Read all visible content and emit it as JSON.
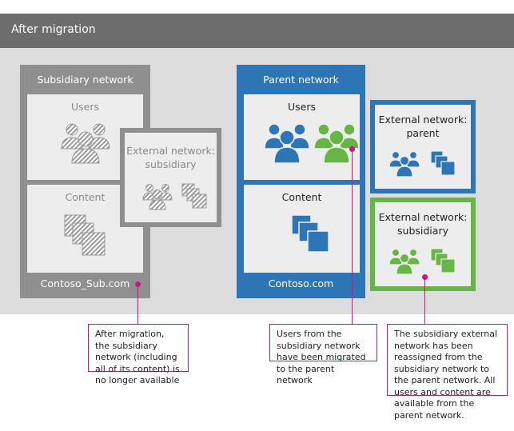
{
  "header": {
    "title": "After migration"
  },
  "subsidiary_network": {
    "title": "Subsidiary network",
    "users_label": "Users",
    "content_label": "Content",
    "domain": "Contoso_Sub.com"
  },
  "subsidiary_external_network": {
    "title": "External network: subsidiary"
  },
  "parent_network": {
    "title": "Parent network",
    "users_label": "Users",
    "content_label": "Content",
    "domain": "Contoso.com"
  },
  "parent_external_network": {
    "title": "External network: parent"
  },
  "reassigned_external_network": {
    "title": "External network: subsidiary"
  },
  "callouts": [
    {
      "text": "After migration, the subsidiary network (including all of its content) is no longer available"
    },
    {
      "text": "Users from the subsidiary network have been migrated to the parent network"
    },
    {
      "text": "The subsidiary external network has been reassigned from the subsidiary network to the parent network. All users and content are available from the parent network."
    }
  ],
  "colors": {
    "header": "#6d6d6d",
    "panel": "#dcdcdc",
    "subsidiary": "#8f8f8f",
    "parent": "#2e75b6",
    "subsidiary_green": "#67b544",
    "callout_accent": "#c4187d"
  }
}
